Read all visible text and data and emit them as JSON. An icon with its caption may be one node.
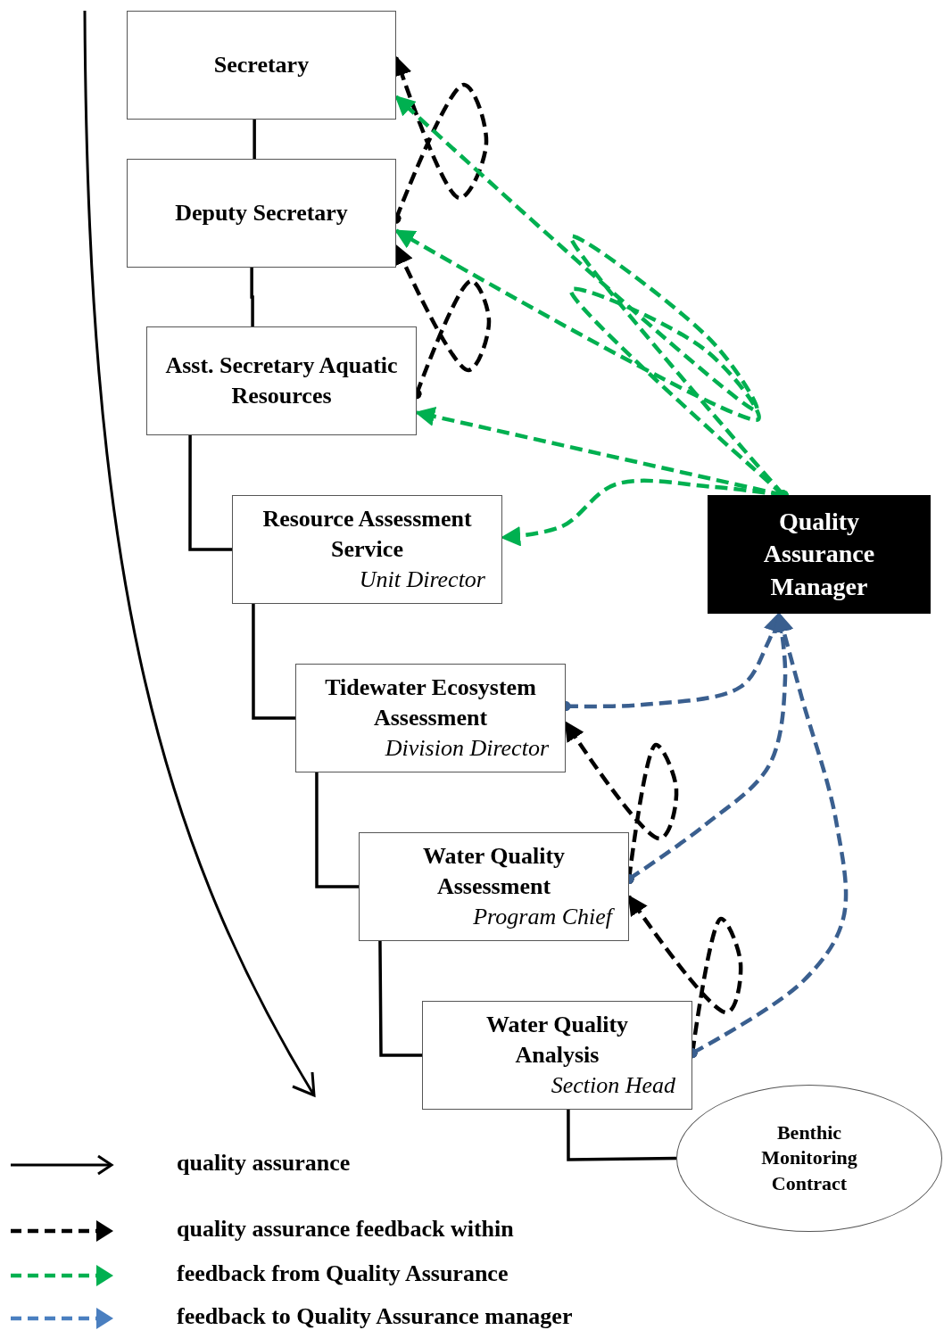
{
  "diagram": {
    "nodes": [
      {
        "text": [
          "Secretary"
        ]
      },
      {
        "text": [
          "Deputy Secretary"
        ]
      },
      {
        "text": [
          "Asst. Secretary Aquatic Resources"
        ]
      },
      {
        "text": [
          "Resource Assessment Service",
          "Unit Director"
        ]
      },
      {
        "text": [
          "Tidewater Ecosystem Assessment",
          "Division Director"
        ]
      },
      {
        "text": [
          "Water Quality Assessment",
          "Program Chief"
        ]
      },
      {
        "text": [
          "Water Quality Analysis",
          "Section Head"
        ]
      },
      {
        "text": [
          "Quality Assurance Manager"
        ]
      },
      {
        "text": [
          "Benthic Monitoring Contract"
        ]
      }
    ],
    "edges": [
      {
        "from": 0,
        "to": 1,
        "arrow": "none"
      },
      {
        "from": 1,
        "to": 2,
        "arrow": "none"
      },
      {
        "from": 2,
        "to": 3,
        "arrow": "none"
      },
      {
        "from": 3,
        "to": 4,
        "arrow": "none"
      },
      {
        "from": 4,
        "to": 5,
        "arrow": "none"
      },
      {
        "from": 5,
        "to": 6,
        "arrow": "none"
      },
      {
        "from": 6,
        "to": 8,
        "arrow": "none"
      },
      {
        "from": 1,
        "to": 0,
        "arrow": "to",
        "style": "dashed"
      },
      {
        "from": 2,
        "to": 1,
        "arrow": "to",
        "style": "dashed"
      },
      {
        "from": 5,
        "to": 4,
        "arrow": "to",
        "style": "dashed"
      },
      {
        "from": 6,
        "to": 5,
        "arrow": "to",
        "style": "dashed"
      },
      {
        "from": 7,
        "to": 0,
        "arrow": "to",
        "style": "dashed",
        "color": "#00b050"
      },
      {
        "from": 7,
        "to": 1,
        "arrow": "to",
        "style": "dashed",
        "color": "#00b050"
      },
      {
        "from": 7,
        "to": 2,
        "arrow": "to",
        "style": "dashed",
        "color": "#00b050"
      },
      {
        "from": 7,
        "to": 3,
        "arrow": "to",
        "style": "dashed",
        "color": "#00b050"
      },
      {
        "from": 4,
        "to": 7,
        "arrow": "to",
        "style": "dashed",
        "color": "#3a5f8f"
      },
      {
        "from": 5,
        "to": 7,
        "arrow": "to",
        "style": "dashed",
        "color": "#3a5f8f"
      },
      {
        "from": 6,
        "to": 7,
        "arrow": "to",
        "style": "dashed",
        "color": "#3a5f8f"
      }
    ],
    "legend": [
      {
        "text": "quality assurance"
      },
      {
        "text": "quality assurance feedback within"
      },
      {
        "text": "feedback from Quality Assurance"
      },
      {
        "text": "feedback to Quality Assurance manager"
      }
    ]
  }
}
